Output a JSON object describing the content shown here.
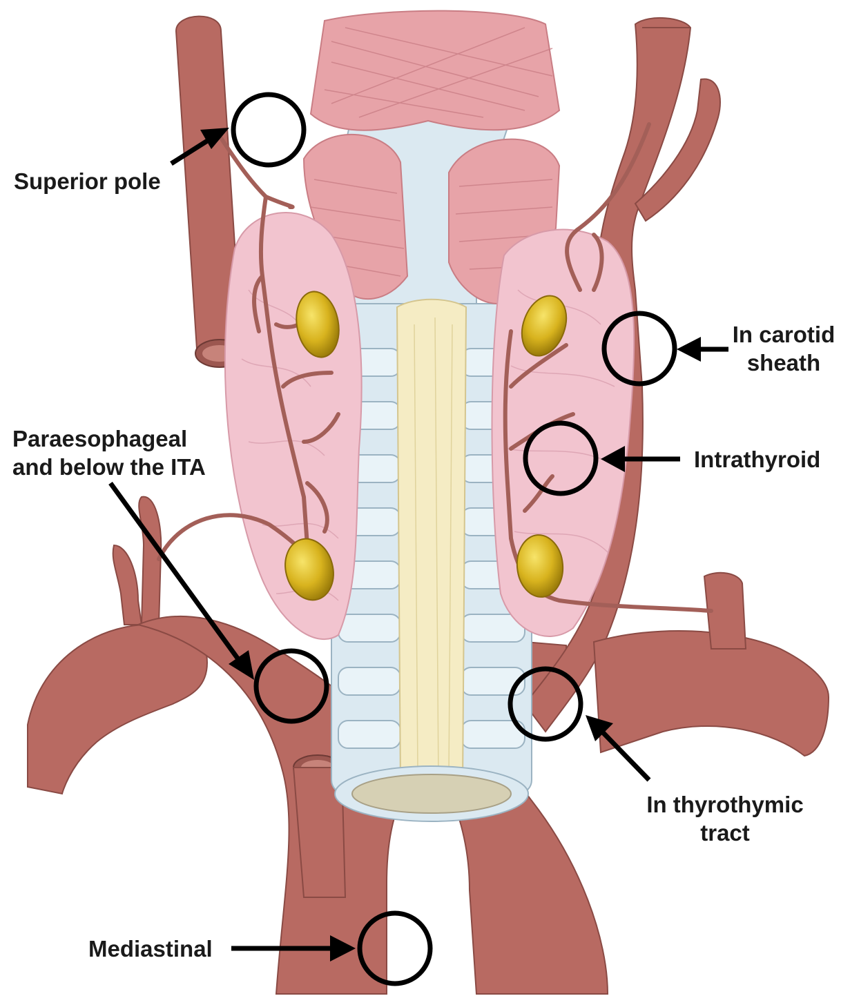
{
  "labels": {
    "superior_pole": "Superior pole",
    "carotid_line1": "In carotid",
    "carotid_line2": "sheath",
    "para_line1": "Paraesophageal",
    "para_line2": "and below the ITA",
    "intrathyroid": "Intrathyroid",
    "thyro_line1": "In thyrothymic",
    "thyro_line2": "tract",
    "mediastinal": "Mediastinal"
  },
  "colors": {
    "vessel": "#b86a62",
    "vessel_dark": "#8a4a44",
    "muscle": "#e7a3a8",
    "muscle_dark": "#c97d84",
    "thyroid": "#f2c4cf",
    "thyroid_edge": "#d79aa8",
    "trachea": "#dbe9f1",
    "trachea_edge": "#9bb3c2",
    "esophagus": "#f5ecc4",
    "gland": "#c9a315",
    "gland_light": "#f0d84c",
    "marker": "#000000"
  }
}
